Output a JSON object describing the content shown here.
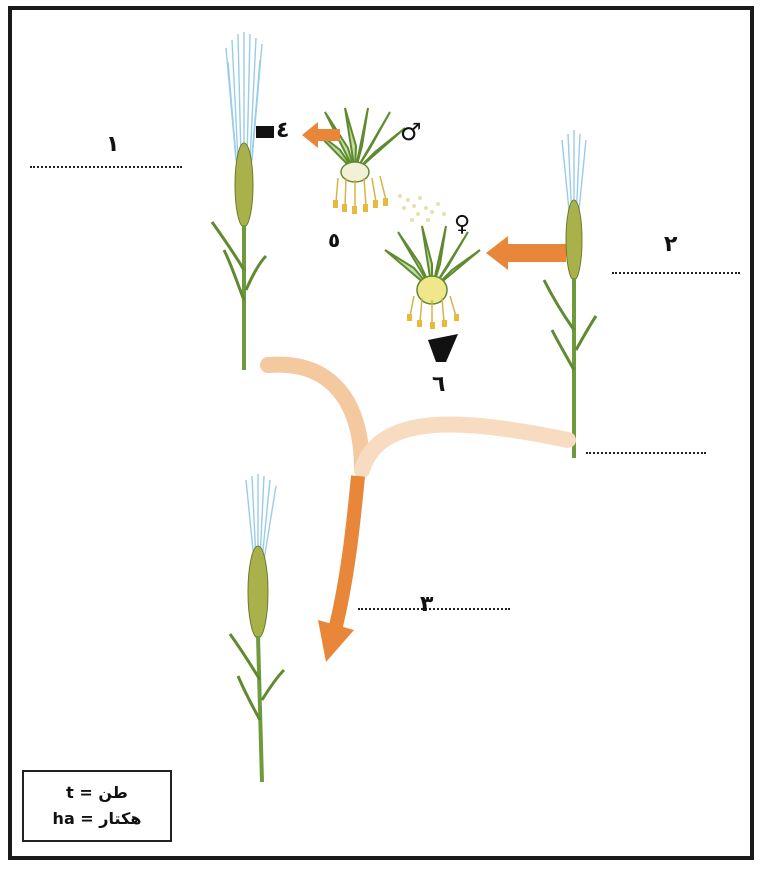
{
  "labels": {
    "parent_1": "١",
    "parent_2": "٢",
    "offspring": "٣",
    "stage_4": "٤",
    "stage_5": "٥",
    "stage_6": "٦"
  },
  "symbols": {
    "male": "♂",
    "female": "♀"
  },
  "legend": {
    "ton": "t = طن",
    "hectare": "ha = هكتار"
  },
  "colors": {
    "frame": "#1a1a1a",
    "arrow_orange": "#e8863a",
    "arrow_light": "#f3c79a",
    "stem_green": "#6f9a3c",
    "spike_yellow": "#b7b84a",
    "awn_blue": "#7fbfe0"
  }
}
